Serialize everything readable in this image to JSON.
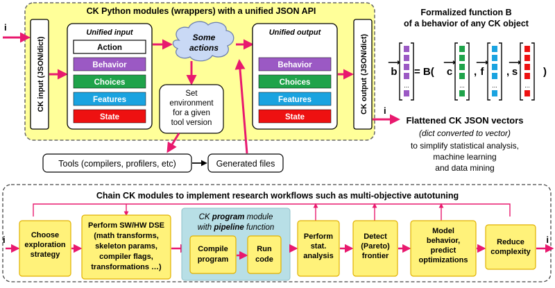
{
  "top": {
    "title": "CK Python modules (wrappers) with a unified JSON API",
    "input_label": "CK input (JSON/dict)",
    "output_label": "CK output (JSON/dict)",
    "i_in": "i",
    "i_out": "i",
    "unified_input": {
      "title": "Unified input",
      "items": [
        "Action",
        "Behavior",
        "Choices",
        "Features",
        "State"
      ]
    },
    "unified_output": {
      "title": "Unified output",
      "items": [
        "Behavior",
        "Choices",
        "Features",
        "State"
      ]
    },
    "cloud": [
      "Some",
      "actions"
    ],
    "env_box": [
      "Set",
      "environment",
      "for a given",
      "tool version"
    ],
    "tools": "Tools (compilers, profilers, etc)",
    "generated": "Generated files"
  },
  "right": {
    "heading": [
      "Formalized function B",
      "of a behavior of any CK object"
    ],
    "formula": {
      "b": "b",
      "eq": "= B(",
      "c": "c",
      "f": "f",
      "s": "s",
      "comma": ",",
      "close": ")",
      "dots": "..."
    },
    "flattened": "Flattened CK JSON vectors",
    "converted": "(dict converted to vector)",
    "purpose": [
      "to simplify statistical analysis,",
      "machine learning",
      "and data mining"
    ]
  },
  "bottom": {
    "title": "Chain CK modules to implement research workflows such as multi-objective autotuning",
    "i_in": "i",
    "i_out": "i",
    "explore": [
      "Choose",
      "exploration",
      "strategy"
    ],
    "dse": [
      "Perform SW/HW DSE",
      "(math transforms,",
      "skeleton params,",
      "compiler flags,",
      "transformations …)"
    ],
    "pipeline_title": [
      "CK ",
      "program",
      " module"
    ],
    "pipeline_sub": [
      "with ",
      "pipeline",
      " function"
    ],
    "compile": [
      "Compile",
      "program"
    ],
    "run": [
      "Run",
      "code"
    ],
    "stat": [
      "Perform",
      "stat.",
      "analysis"
    ],
    "pareto": [
      "Detect",
      "(Pareto)",
      "frontier"
    ],
    "model": [
      "Model",
      "behavior,",
      "predict",
      "optimizations"
    ],
    "reduce": [
      "Reduce",
      "complexity"
    ]
  },
  "colors": {
    "behavior": "#9b59c4",
    "choices": "#1fa34a",
    "features": "#1aa3e0",
    "state": "#ee1111",
    "arrow": "#e8196e",
    "yellow": "#ffff99",
    "stage": "#fff27a",
    "stage_border": "#e0b000",
    "teal": "#b8dfe6"
  }
}
